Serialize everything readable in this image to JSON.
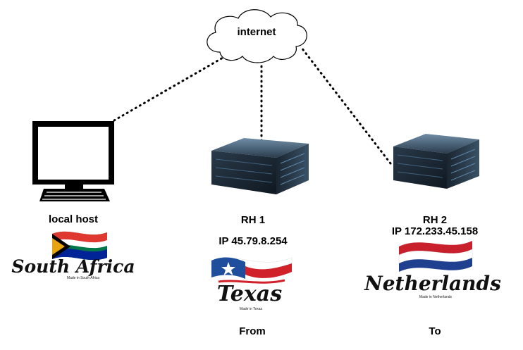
{
  "cloud": {
    "label": "internet"
  },
  "nodes": {
    "local": {
      "name": "local host"
    },
    "rh1": {
      "name": "RH 1",
      "ip": "IP 45.79.8.254",
      "role": "From"
    },
    "rh2": {
      "name": "RH 2",
      "ip": "IP 172.233.45.158",
      "role": "To"
    }
  },
  "logos": {
    "south_africa": {
      "word": "South Africa",
      "caption": "Made in South Africa"
    },
    "texas": {
      "word": "Texas",
      "caption": "Made in Texas"
    },
    "netherlands": {
      "word": "Netherlands",
      "caption": "Made in Netherlands"
    }
  },
  "colors": {
    "link": "#000000",
    "server_body": "#1c2733",
    "server_accent": "#4a6f8e",
    "texas_blue": "#1f4f9c",
    "texas_red": "#d0202a",
    "nl_red": "#c8202c",
    "nl_blue": "#1f3f8f"
  }
}
